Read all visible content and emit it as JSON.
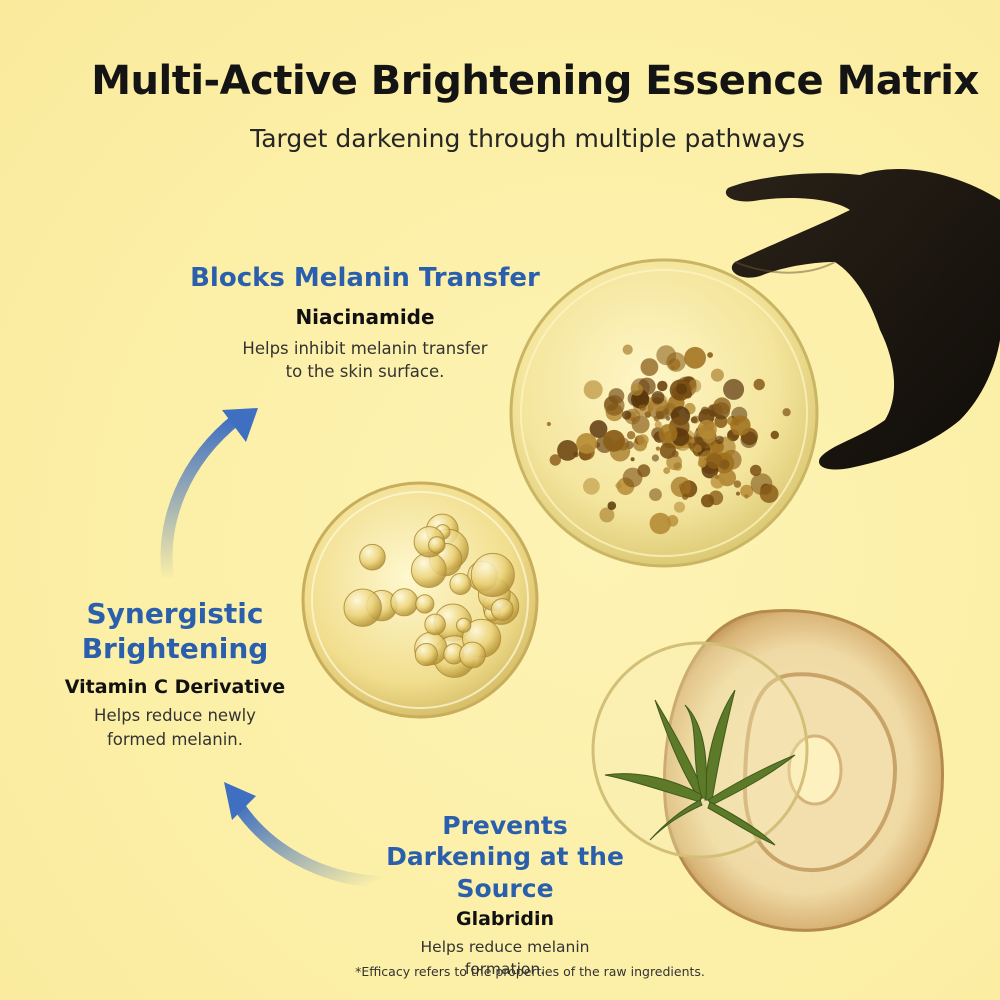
{
  "title": "Multi-Active Brightening Essence Matrix",
  "subtitle": "Target darkening through multiple pathways",
  "pathways": [
    {
      "heading": "Blocks Melanin Transfer",
      "ingredient": "Niacinamide",
      "description": "Helps inhibit melanin transfer to the skin surface."
    },
    {
      "heading": "Synergistic Brightening",
      "ingredient": "Vitamin C Derivative",
      "description": "Helps reduce newly formed melanin."
    },
    {
      "heading": "Prevents Darkening at the Source",
      "ingredient": "Glabridin",
      "description": "Helps reduce melanin formation."
    }
  ],
  "footnote": "*Efficacy refers to the properties of the raw ingredients.",
  "colors": {
    "background": "#fcf0a8",
    "heading_blue": "#2a5fae",
    "arrow_blue": "#3f6fc0"
  },
  "icons": [
    "hand-silhouette",
    "melanin-dish",
    "bubble-dish",
    "herb-dish",
    "licorice-root-slice",
    "curved-arrow"
  ]
}
